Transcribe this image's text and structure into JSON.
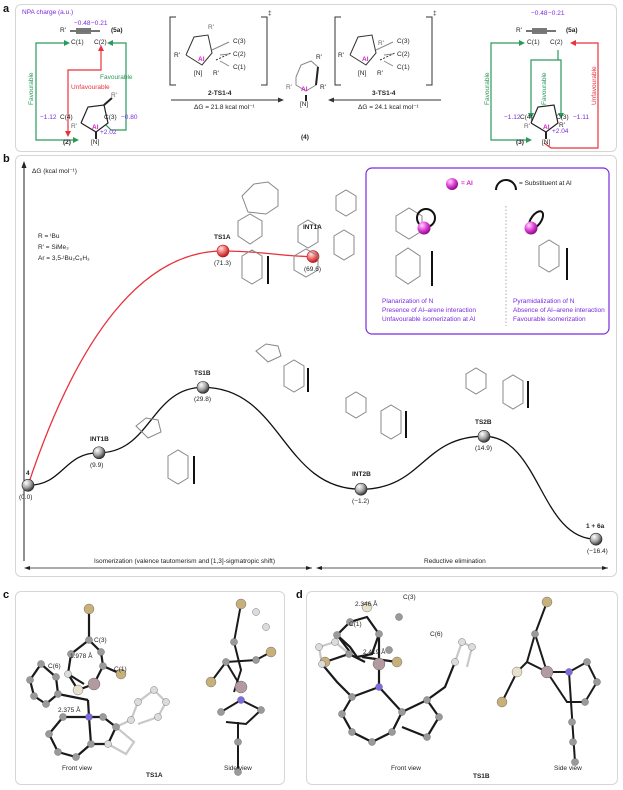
{
  "panels": {
    "a": {
      "label": "a",
      "npa_title": "NPA charge (a.u.)",
      "left": {
        "alkyne_charges": [
          "−0.48",
          "−0.21"
        ],
        "alkyne_label": "(5a)",
        "alkyne_sub": "R′",
        "c1": "C(1)",
        "c2": "C(2)",
        "c3": "C(3)",
        "c4": "C(4)",
        "charge_c4": "−1.12",
        "charge_c3": "−0.80",
        "charge_al": "+2.02",
        "al": "Al",
        "n": "[N]",
        "r": "R′",
        "compound": "(2)",
        "arrows": {
          "favourable_outer": "Favourable",
          "favourable_inner": "Favourable",
          "unfavourable": "Unfavourable"
        }
      },
      "ts_left": {
        "label": "2-TS1-4",
        "dg": "ΔG = 21.8 kcal mol⁻¹",
        "c3": "C(3)",
        "c2": "C(2)",
        "c1": "C(1)",
        "al": "Al",
        "n": "[N]",
        "r": "R′",
        "dagger": "‡"
      },
      "center": {
        "compound": "(4)",
        "al": "Al",
        "n": "[N]",
        "r": "R′"
      },
      "ts_right": {
        "label": "3-TS1-4",
        "dg": "ΔG = 24.1 kcal mol⁻¹",
        "c3": "C(3)",
        "c2": "C(2)",
        "c1": "C(1)",
        "al": "Al",
        "n": "[N]",
        "r": "R′",
        "dagger": "‡"
      },
      "right": {
        "alkyne_charges": [
          "−0.48",
          "−0.21"
        ],
        "alkyne_label": "(5a)",
        "alkyne_sub": "R′",
        "c1": "C(1)",
        "c2": "C(2)",
        "c3": "C(3)",
        "c4": "C(4)",
        "charge_c4": "−1.12",
        "charge_c3": "−1.11",
        "charge_al": "+2.04",
        "al": "Al",
        "n": "[N]",
        "r": "R′",
        "compound": "(3)",
        "arrows": {
          "favourable_outer": "Favourable",
          "favourable_inner": "Favourable",
          "unfavourable": "Unfavourable"
        }
      }
    },
    "b": {
      "label": "b",
      "legend_text": [
        "R = ᵗBu",
        "R′ = SiMe₃",
        "Ar = 3,5-ᵗBu₂C₆H₃"
      ],
      "inset": {
        "al_key": "= Al",
        "substituent_key": "= Substituent at Al",
        "left_lines": [
          "Planarization of N",
          "Presence of Al–arene interaction",
          "Unfavourable isomerization at Al"
        ],
        "right_lines": [
          "Pyramidalization of N",
          "Absence of Al–arene interaction",
          "Favourable isomerization"
        ]
      },
      "phase_labels": [
        "Isomerization (valence tautomerism and [1,3]-sigmatropic shift)",
        "Reductive elimination"
      ]
    },
    "c": {
      "label": "c",
      "front": "Front view",
      "side": "Side view",
      "title": "TS1A",
      "d1": "1.978 Å",
      "d2": "2.375 Å",
      "c3": "C(3)",
      "c6": "C(6)",
      "c1": "C(1)"
    },
    "d": {
      "label": "d",
      "front": "Front view",
      "side": "Side view",
      "title": "TS1B",
      "d1": "2.346 Å",
      "d2": "2.419 Å",
      "c3": "C(3)",
      "c1": "C(1)",
      "c6": "C(6)"
    }
  },
  "chart_data": {
    "type": "line",
    "title": "",
    "ylabel": "ΔG (kcal mol⁻¹)",
    "xlabel": "",
    "series": [
      {
        "name": "Pathway A",
        "color": "#e8323c",
        "points": [
          {
            "label": "4",
            "value": 0.0
          },
          {
            "label": "TS1A",
            "value": 71.3
          },
          {
            "label": "INT1A",
            "value": 69.6
          }
        ]
      },
      {
        "name": "Pathway B",
        "color": "#111111",
        "points": [
          {
            "label": "4",
            "value": 0.0
          },
          {
            "label": "INT1B",
            "value": 9.9
          },
          {
            "label": "TS1B",
            "value": 29.8
          },
          {
            "label": "INT2B",
            "value": -1.2
          },
          {
            "label": "TS2B",
            "value": 14.9
          },
          {
            "label": "1 + 6a",
            "value": -16.4
          }
        ]
      }
    ],
    "value_labels": {
      "4": "(0.0)",
      "TS1A": "(71.3)",
      "INT1A": "(69.6)",
      "INT1B": "(9.9)",
      "TS1B": "(29.8)",
      "INT2B": "(−1.2)",
      "TS2B": "(14.9)",
      "1 + 6a": "(−16.4)"
    },
    "ylim": [
      -20,
      85
    ]
  },
  "colors": {
    "purple": "#7a2ae0",
    "green": "#2a9a5c",
    "red": "#e8323c",
    "magenta": "#d41cc4",
    "al_atom": "#b39aa0",
    "n_atom": "#7b6be0",
    "si_atom": "#c8b07a"
  }
}
